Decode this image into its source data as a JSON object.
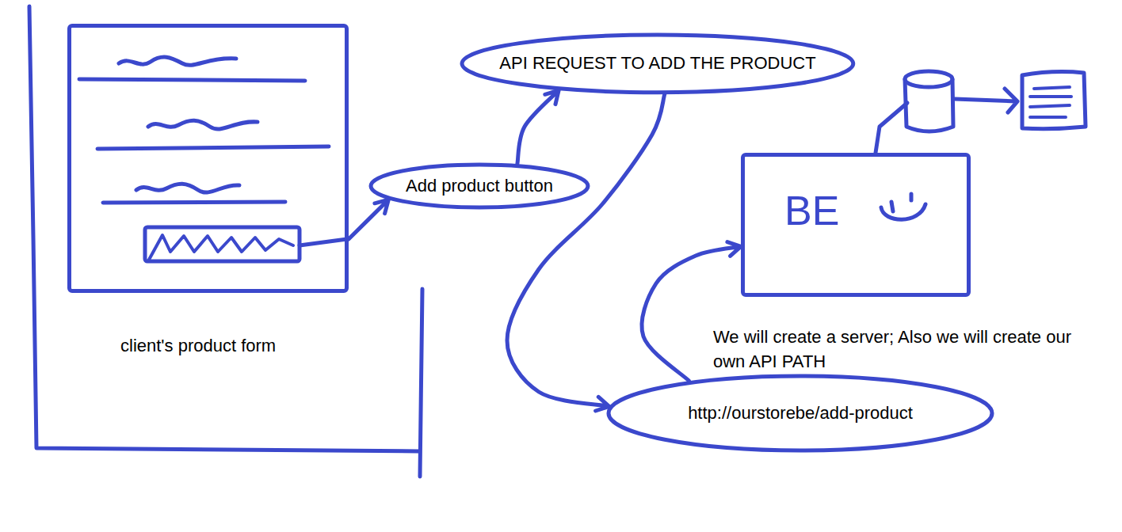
{
  "diagram": {
    "nodes": [
      {
        "text": [
          "client's product form"
        ]
      },
      {
        "text": [
          "Add product button"
        ]
      },
      {
        "text": [
          "API REQUEST TO ADD THE PRODUCT"
        ]
      },
      {
        "text": [
          "http://ourstorebe/add-product"
        ]
      },
      {
        "text": [
          "BE"
        ]
      }
    ],
    "edges": [
      {
        "from": 0,
        "to": 1,
        "arrow": "to"
      },
      {
        "from": 1,
        "to": 2,
        "arrow": "to"
      },
      {
        "from": 2,
        "to": 3,
        "arrow": "to"
      },
      {
        "from": 3,
        "to": 4,
        "arrow": "to"
      }
    ],
    "labels": [
      "We will create a server; Also we will create our own API PATH"
    ]
  }
}
